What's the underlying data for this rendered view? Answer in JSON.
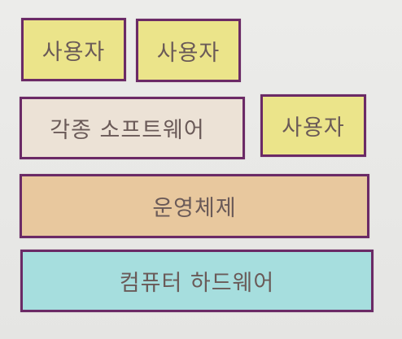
{
  "colors": {
    "border": "#6b2a66",
    "user_bg": "#ebe48a",
    "software_bg": "#ece2d6",
    "os_bg": "#e8c89e",
    "hardware_bg": "#a6dede",
    "text": "#6a5a58"
  },
  "layers": {
    "users": [
      "사용자",
      "사용자",
      "사용자"
    ],
    "software": "각종 소프트웨어",
    "os": "운영체제",
    "hardware": "컴퓨터 하드웨어"
  }
}
